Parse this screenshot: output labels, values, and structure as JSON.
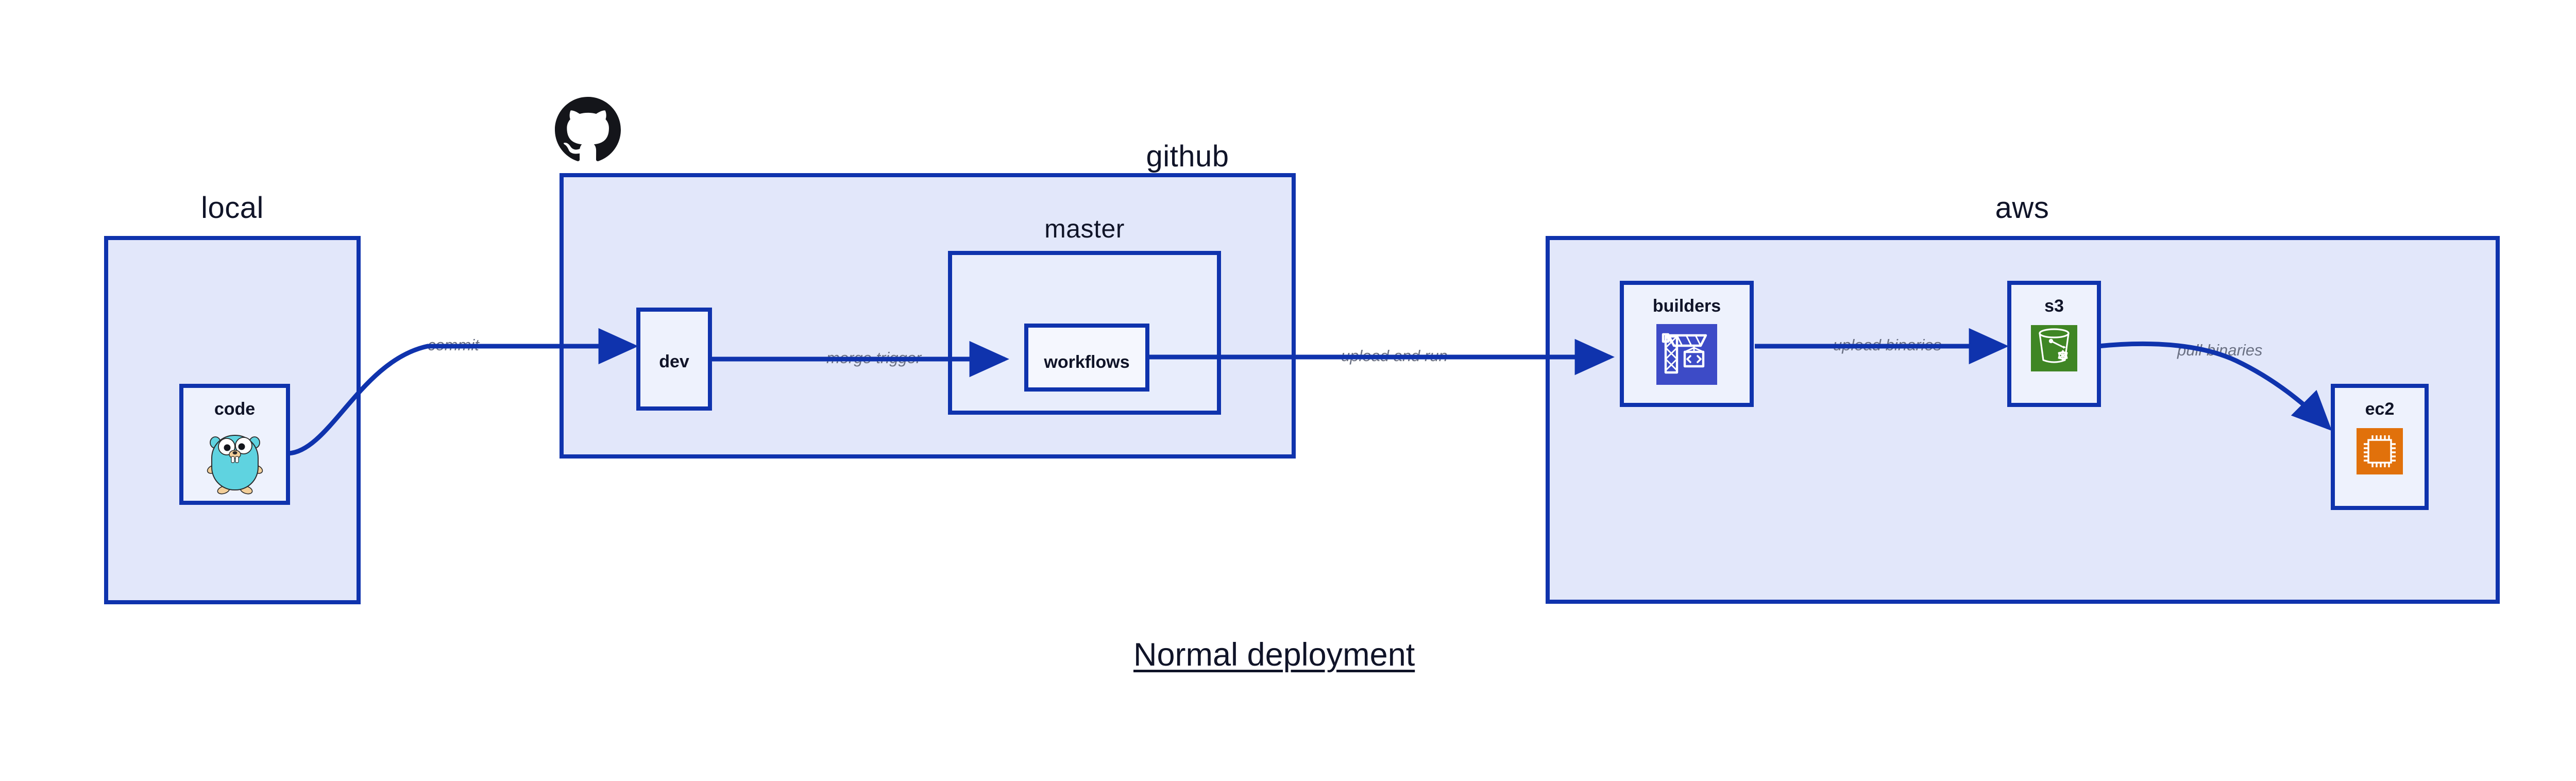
{
  "diagram": {
    "title": "Normal deployment",
    "background_color": "#ffffff",
    "accent_color": "#0f33ad",
    "group_fill": "#e2e7fa",
    "node_fill": "#eef2fd",
    "label_color": "#6a7083",
    "text_color": "#101428"
  },
  "groups": [
    {
      "id": "local",
      "label": "local",
      "logo": null
    },
    {
      "id": "github",
      "label": "github",
      "logo": "github-octocat-logo"
    },
    {
      "id": "aws",
      "label": "aws",
      "logo": null
    }
  ],
  "subgroups": [
    {
      "id": "master",
      "label": "master",
      "parent": "github"
    }
  ],
  "nodes": [
    {
      "id": "code",
      "label": "code",
      "parent": "local",
      "icon": "golang-gopher-icon",
      "icon_color": "#5fd3e0"
    },
    {
      "id": "dev",
      "label": "dev",
      "parent": "github",
      "icon": null
    },
    {
      "id": "workflows",
      "label": "workflows",
      "parent": "master",
      "icon": null
    },
    {
      "id": "builders",
      "label": "builders",
      "parent": "aws",
      "icon": "aws-codebuild-crane-icon",
      "icon_color": "#3d4bc7"
    },
    {
      "id": "s3",
      "label": "s3",
      "parent": "aws",
      "icon": "aws-s3-bucket-icon",
      "icon_color": "#3f8624"
    },
    {
      "id": "ec2",
      "label": "ec2",
      "parent": "aws",
      "icon": "aws-ec2-chip-icon",
      "icon_color": "#e1710b"
    }
  ],
  "edges": [
    {
      "id": "code-to-dev",
      "from": "code",
      "to": "dev",
      "label": "commit"
    },
    {
      "id": "dev-to-workflows",
      "from": "dev",
      "to": "workflows",
      "label": "merge trigger"
    },
    {
      "id": "workflows-to-builders",
      "from": "workflows",
      "to": "builders",
      "label": "upload and run"
    },
    {
      "id": "builders-to-s3",
      "from": "builders",
      "to": "s3",
      "label": "upload binaries"
    },
    {
      "id": "s3-to-ec2",
      "from": "s3",
      "to": "ec2",
      "label": "pull binaries"
    }
  ]
}
